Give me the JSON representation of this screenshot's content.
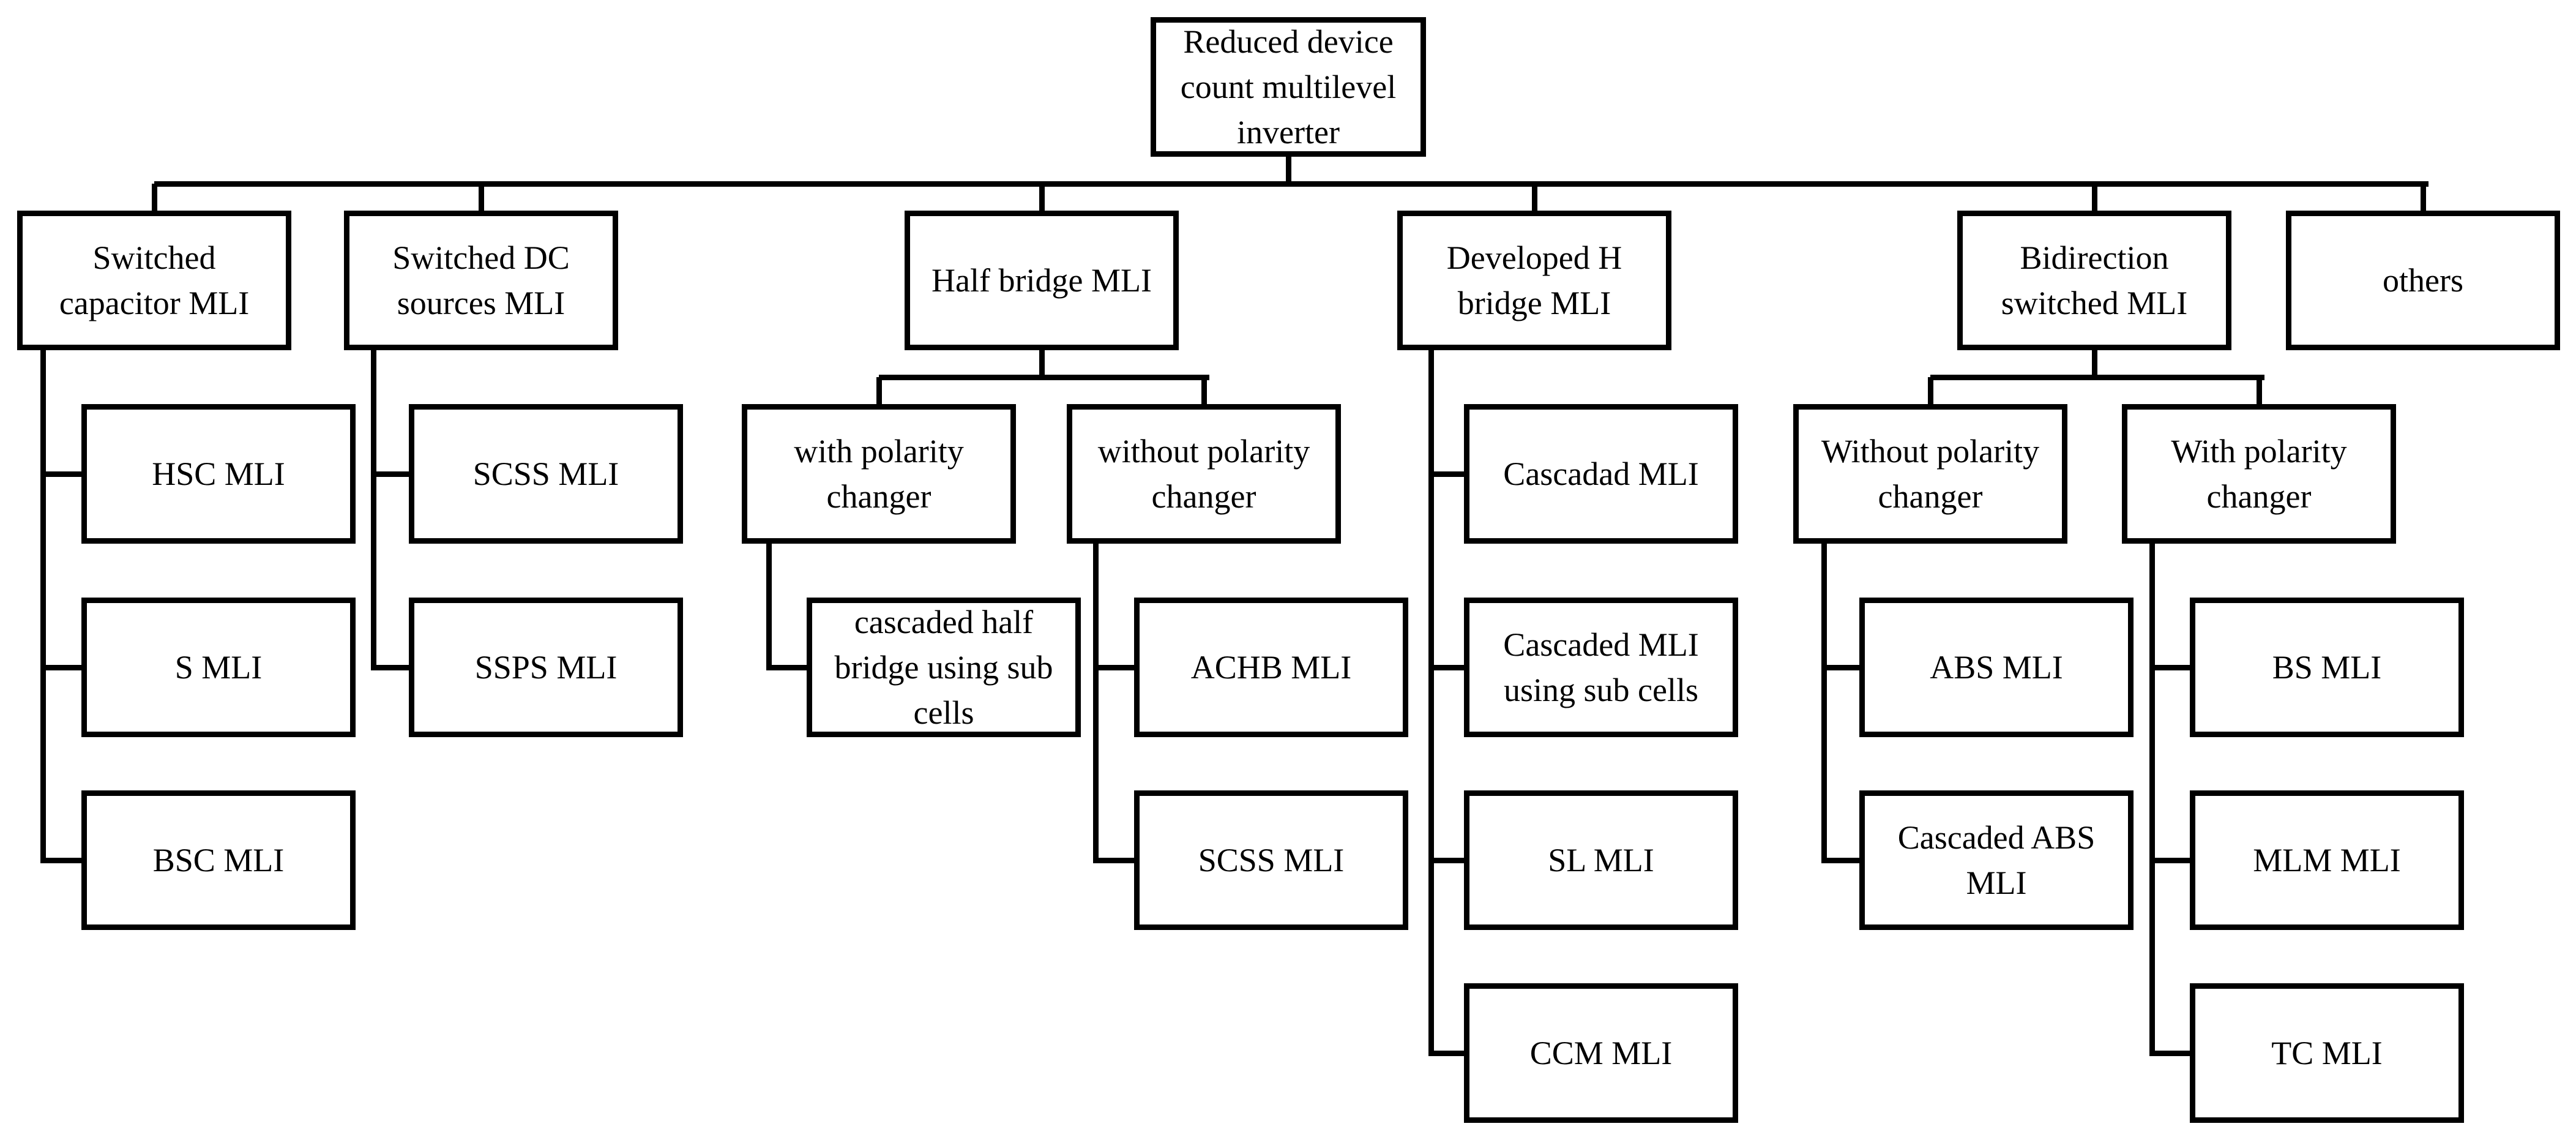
{
  "diagram": {
    "root": "Reduced device\ncount multilevel\ninverter",
    "categories": {
      "switched_capacitor": {
        "label": "Switched\ncapacitor MLI",
        "items": [
          "HSC MLI",
          "S MLI",
          "BSC MLI"
        ]
      },
      "switched_dc": {
        "label": "Switched DC\nsources MLI",
        "items": [
          "SCSS MLI",
          "SSPS MLI"
        ]
      },
      "half_bridge": {
        "label": "Half bridge MLI",
        "with_pc": {
          "label": "with polarity\nchanger",
          "items": [
            "cascaded half\nbridge using sub\ncells"
          ]
        },
        "without_pc": {
          "label": "without polarity\nchanger",
          "items": [
            "ACHB MLI",
            "SCSS MLI"
          ]
        }
      },
      "developed_h": {
        "label": "Developed H\nbridge MLI",
        "items": [
          "Cascadad MLI",
          "Cascaded MLI\nusing sub cells",
          "SL MLI",
          "CCM MLI"
        ]
      },
      "bidirection": {
        "label": "Bidirection\nswitched MLI",
        "without_pc": {
          "label": "Without polarity\nchanger",
          "items": [
            "ABS MLI",
            "Cascaded ABS\nMLI"
          ]
        },
        "with_pc": {
          "label": "With polarity\nchanger",
          "items": [
            "BS MLI",
            "MLM MLI",
            "TC MLI"
          ]
        }
      },
      "others": {
        "label": "others"
      }
    }
  }
}
